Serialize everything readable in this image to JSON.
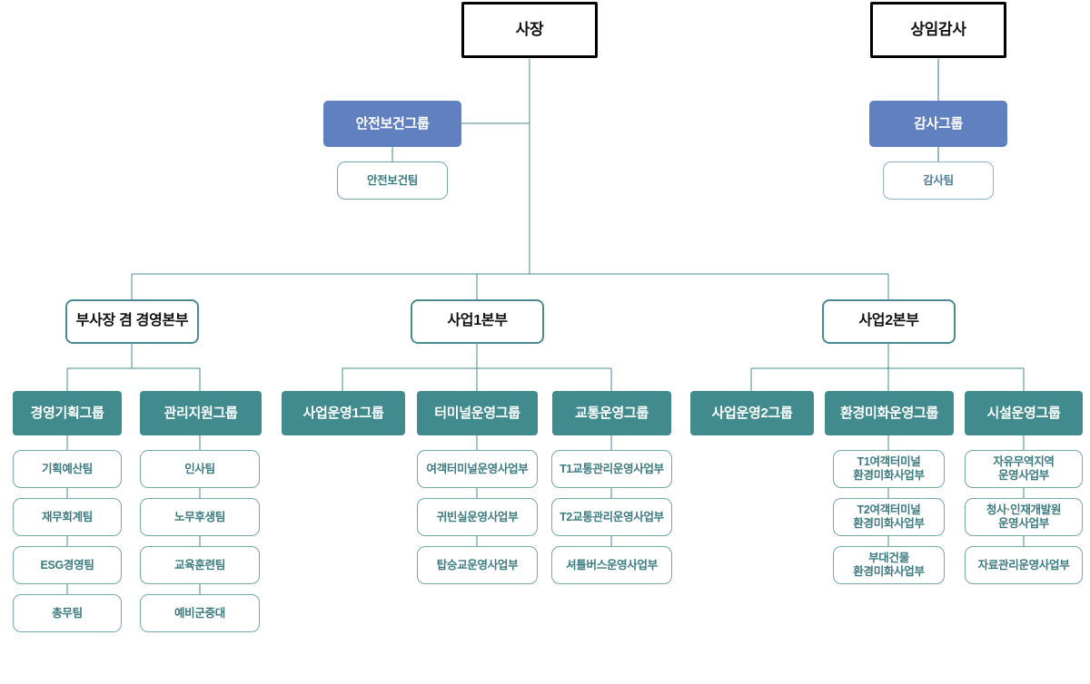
{
  "meta": {
    "title": "조직도",
    "colors": {
      "exec_border": "#000000",
      "blue_group": "#6180c0",
      "teal_group": "#418b8e",
      "division_border": "#4a8b90",
      "team_border": "#74a7ab",
      "team_text": "#3c7b80",
      "connector_teal": "#4a8b90",
      "connector_blue": "#9ab6cf",
      "background": "#ffffff"
    }
  },
  "nodes": {
    "ceo": {
      "label": "사장"
    },
    "auditor": {
      "label": "상임감사"
    },
    "safety_group": {
      "label": "안전보건그룹"
    },
    "safety_team": {
      "label": "안전보건팀"
    },
    "audit_group": {
      "label": "감사그룹"
    },
    "audit_team": {
      "label": "감사팀"
    },
    "division1": {
      "label": "부사장 겸 경영본부"
    },
    "division2": {
      "label": "사업1본부"
    },
    "division3": {
      "label": "사업2본부"
    },
    "groups": [
      {
        "label": "경영기획그룹"
      },
      {
        "label": "관리지원그룹"
      },
      {
        "label": "사업운영1그룹"
      },
      {
        "label": "터미널운영그룹"
      },
      {
        "label": "교통운영그룹"
      },
      {
        "label": "사업운영2그룹"
      },
      {
        "label": "환경미화운영그룹"
      },
      {
        "label": "시설운영그룹"
      }
    ],
    "teams": {
      "management_planning": [
        {
          "label": "기획예산팀"
        },
        {
          "label": "재무회계팀"
        },
        {
          "label": "ESG경영팀"
        },
        {
          "label": "총무팀"
        }
      ],
      "admin_support": [
        {
          "label": "인사팀"
        },
        {
          "label": "노무후생팀"
        },
        {
          "label": "교육훈련팀"
        },
        {
          "label": "예비군중대"
        }
      ],
      "business_ops1": [],
      "terminal_ops": [
        {
          "label": "여객터미널운영사업부"
        },
        {
          "label": "귀빈실운영사업부"
        },
        {
          "label": "탑승교운영사업부"
        }
      ],
      "transport_ops": [
        {
          "label": "T1교통관리운영사업부"
        },
        {
          "label": "T2교통관리운영사업부"
        },
        {
          "label": "셔틀버스운영사업부"
        }
      ],
      "business_ops2": [],
      "cleaning_ops": [
        {
          "label": "T1여객터미널\n환경미화사업부"
        },
        {
          "label": "T2여객터미널\n환경미화사업부"
        },
        {
          "label": "부대건물\n환경미화사업부"
        }
      ],
      "facility_ops": [
        {
          "label": "자유무역지역\n운영사업부"
        },
        {
          "label": "청사·인재개발원\n운영사업부"
        },
        {
          "label": "자료관리운영사업부"
        }
      ]
    }
  }
}
